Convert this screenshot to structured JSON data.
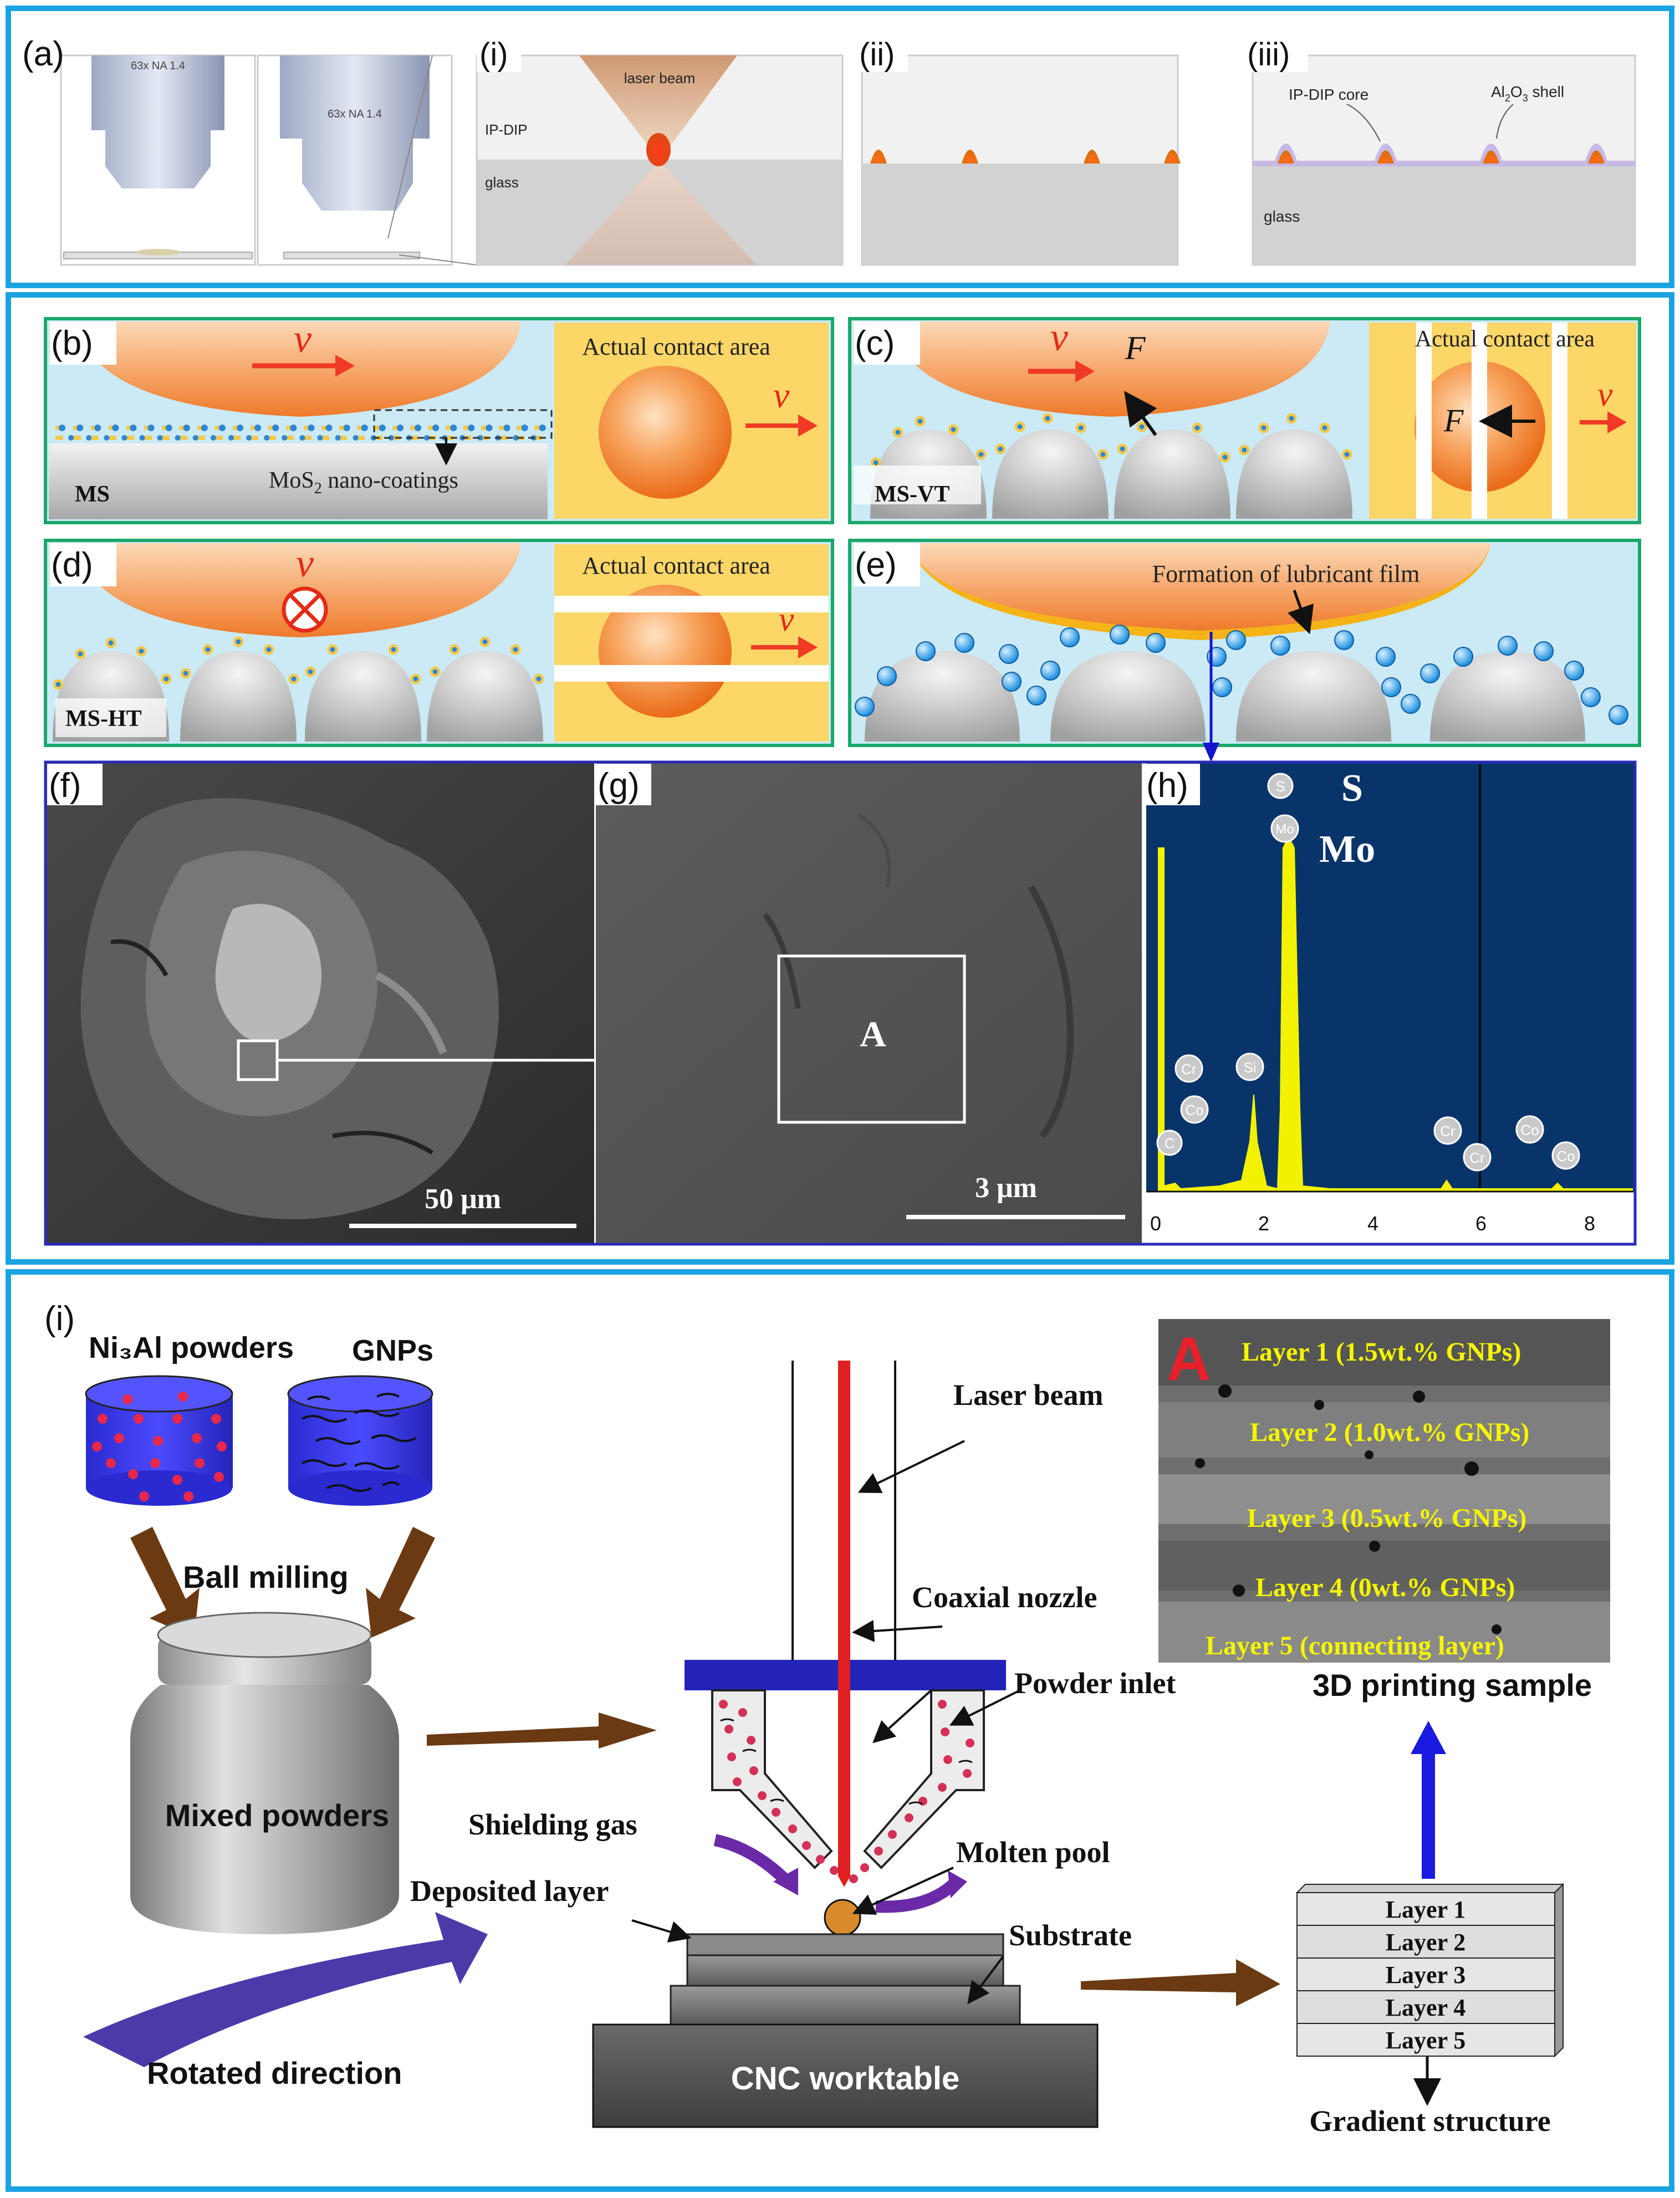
{
  "panel_a": {
    "label": "(a)",
    "objective_text_1": "63x NA 1.4",
    "objective_text_2": "63x NA 1.4",
    "sub_i": {
      "label": "(i)",
      "laser_beam": "laser beam",
      "ip_dip": "IP-DIP",
      "glass": "glass"
    },
    "sub_ii": {
      "label": "(ii)"
    },
    "sub_iii": {
      "label": "(iii)",
      "core": "IP-DIP core",
      "shell_prefix": "Al",
      "shell_sub1": "2",
      "shell_mid": "O",
      "shell_sub2": "3",
      "shell_suffix": " shell",
      "glass": "glass"
    }
  },
  "panel_b": {
    "label": "(b)",
    "v": "v",
    "ms": "MS",
    "coating_prefix": "MoS",
    "coating_sub": "2",
    "coating_suffix": " nano-coatings",
    "contact_area": "Actual contact area"
  },
  "panel_c": {
    "label": "(c)",
    "v": "v",
    "f": "F",
    "ms": "MS-VT",
    "contact_area": "Actual contact area"
  },
  "panel_d": {
    "label": "(d)",
    "v": "v",
    "ms": "MS-HT",
    "contact_area": "Actual contact area"
  },
  "panel_e": {
    "label": "(e)",
    "film": "Formation of lubricant film"
  },
  "panel_f": {
    "label": "(f)",
    "scale": "50 μm"
  },
  "panel_g": {
    "label": "(g)",
    "region": "A",
    "scale": "3 μm"
  },
  "panel_h": {
    "label": "(h)",
    "big_s": "S",
    "big_mo": "Mo",
    "peaks": [
      "S",
      "Mo",
      "Cr",
      "Co",
      "C",
      "Si",
      "Cr",
      "Cr",
      "Co",
      "Co"
    ],
    "ticks": [
      "0",
      "2",
      "4",
      "6",
      "8"
    ],
    "colors": {
      "background": "#08346a",
      "spectrum": "#f5f500"
    }
  },
  "panel_i": {
    "label": "(i)",
    "ni3al": "Ni₃Al powders",
    "gnps": "GNPs",
    "ball_milling": "Ball milling",
    "mixed": "Mixed powders",
    "rotated": "Rotated direction",
    "laser_beam": "Laser beam",
    "coaxial": "Coaxial nozzle",
    "powder_inlet": "Powder inlet",
    "shielding": "Shielding gas",
    "molten": "Molten pool",
    "deposited": "Deposited layer",
    "substrate": "Substrate",
    "cnc": "CNC worktable",
    "sample_letter": "A",
    "sample_layers": [
      "Layer 1 (1.5wt.% GNPs)",
      "Layer 2 (1.0wt.% GNPs)",
      "Layer 3 (0.5wt.% GNPs)",
      "Layer 4 (0wt.% GNPs)",
      "Layer 5 (connecting layer)"
    ],
    "sample_caption": "3D printing sample",
    "stack_layers": [
      "Layer 1",
      "Layer 2",
      "Layer 3",
      "Layer 4",
      "Layer 5"
    ],
    "gradient": "Gradient structure"
  }
}
